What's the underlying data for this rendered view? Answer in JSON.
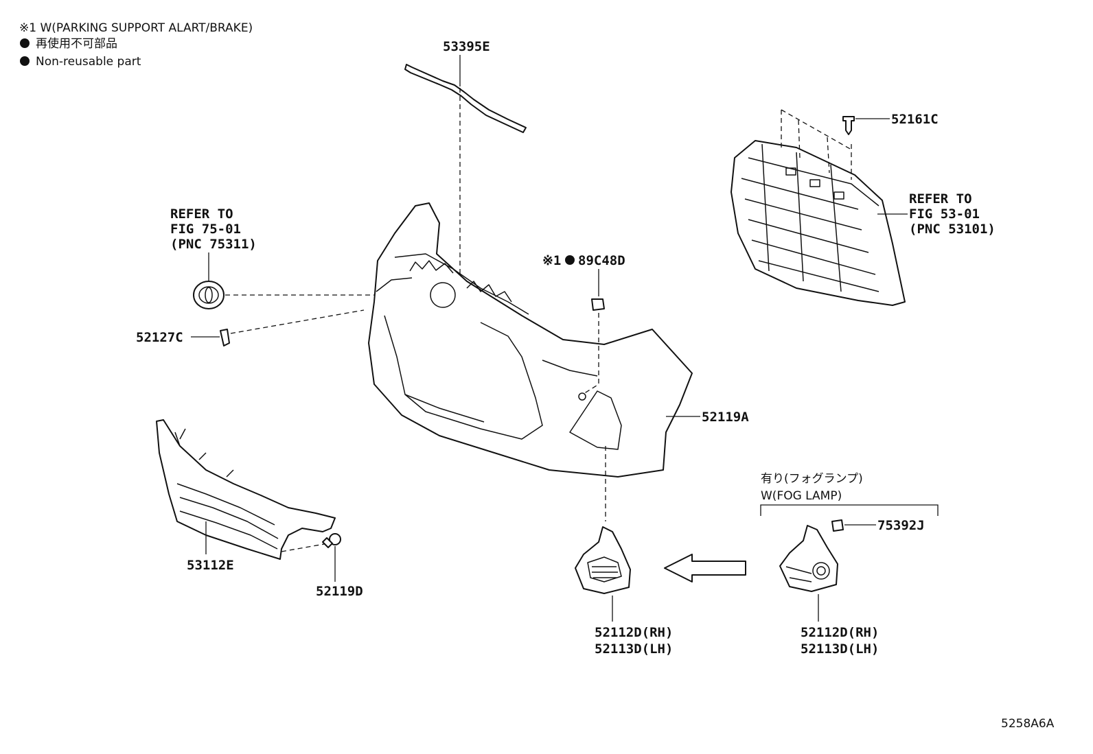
{
  "notes": {
    "line1": "※1 W(PARKING SUPPORT ALART/BRAKE)",
    "line2": "再使用不可部品",
    "line3": "Non-reusable part"
  },
  "labels": {
    "p53395E": "53395E",
    "p52161C": "52161C",
    "refer_grille_1": "REFER TO",
    "refer_grille_2": "FIG 53-01",
    "refer_grille_3": "(PNC 53101)",
    "refer_emblem_1": "REFER TO",
    "refer_emblem_2": "FIG 75-01",
    "refer_emblem_3": "(PNC 75311)",
    "p89C48D_prefix": "※1",
    "p89C48D": "89C48D",
    "p52127C": "52127C",
    "p52119A": "52119A",
    "p53112E": "53112E",
    "p52119D": "52119D",
    "fog_jp": "有り(フォグランプ)",
    "fog_en": "W(FOG LAMP)",
    "p75392J": "75392J",
    "p52112D_a": "52112D(RH)",
    "p52113D_a": "52113D(LH)",
    "p52112D_b": "52112D(RH)",
    "p52113D_b": "52113D(LH)",
    "figure_code": "5258A6A"
  }
}
